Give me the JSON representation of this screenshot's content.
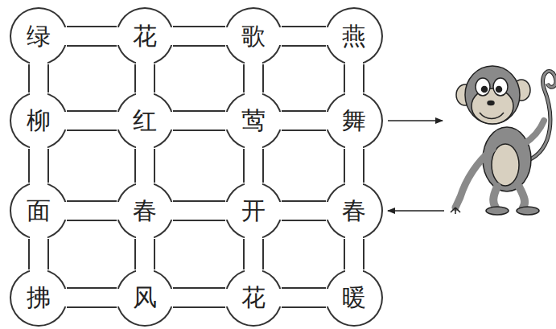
{
  "diagram": {
    "nodes": [
      {
        "text": [
          "绿"
        ]
      },
      {
        "text": [
          "花"
        ]
      },
      {
        "text": [
          "歌"
        ]
      },
      {
        "text": [
          "燕"
        ]
      },
      {
        "text": [
          "柳"
        ]
      },
      {
        "text": [
          "红"
        ]
      },
      {
        "text": [
          "莺"
        ]
      },
      {
        "text": [
          "舞"
        ]
      },
      {
        "text": [
          "面"
        ]
      },
      {
        "text": [
          "春"
        ]
      },
      {
        "text": [
          "开"
        ]
      },
      {
        "text": [
          "春"
        ]
      },
      {
        "text": [
          "拂"
        ]
      },
      {
        "text": [
          "风"
        ]
      },
      {
        "text": [
          "花"
        ]
      },
      {
        "text": [
          "暖"
        ]
      }
    ],
    "edges": [
      {
        "from": 0,
        "to": 1,
        "arrow": "none"
      },
      {
        "from": 1,
        "to": 2,
        "arrow": "none"
      },
      {
        "from": 2,
        "to": 3,
        "arrow": "none"
      },
      {
        "from": 4,
        "to": 5,
        "arrow": "none"
      },
      {
        "from": 5,
        "to": 6,
        "arrow": "none"
      },
      {
        "from": 6,
        "to": 7,
        "arrow": "none"
      },
      {
        "from": 8,
        "to": 9,
        "arrow": "none"
      },
      {
        "from": 9,
        "to": 10,
        "arrow": "none"
      },
      {
        "from": 10,
        "to": 11,
        "arrow": "none"
      },
      {
        "from": 12,
        "to": 13,
        "arrow": "none"
      },
      {
        "from": 13,
        "to": 14,
        "arrow": "none"
      },
      {
        "from": 14,
        "to": 15,
        "arrow": "none"
      },
      {
        "from": 0,
        "to": 4,
        "arrow": "none"
      },
      {
        "from": 4,
        "to": 8,
        "arrow": "none"
      },
      {
        "from": 8,
        "to": 12,
        "arrow": "none"
      },
      {
        "from": 1,
        "to": 5,
        "arrow": "none"
      },
      {
        "from": 5,
        "to": 9,
        "arrow": "none"
      },
      {
        "from": 9,
        "to": 13,
        "arrow": "none"
      },
      {
        "from": 2,
        "to": 6,
        "arrow": "none"
      },
      {
        "from": 6,
        "to": 10,
        "arrow": "none"
      },
      {
        "from": 10,
        "to": 14,
        "arrow": "none"
      },
      {
        "from": 3,
        "to": 7,
        "arrow": "none"
      },
      {
        "from": 7,
        "to": 11,
        "arrow": "none"
      },
      {
        "from": 11,
        "to": 15,
        "arrow": "none"
      }
    ]
  }
}
